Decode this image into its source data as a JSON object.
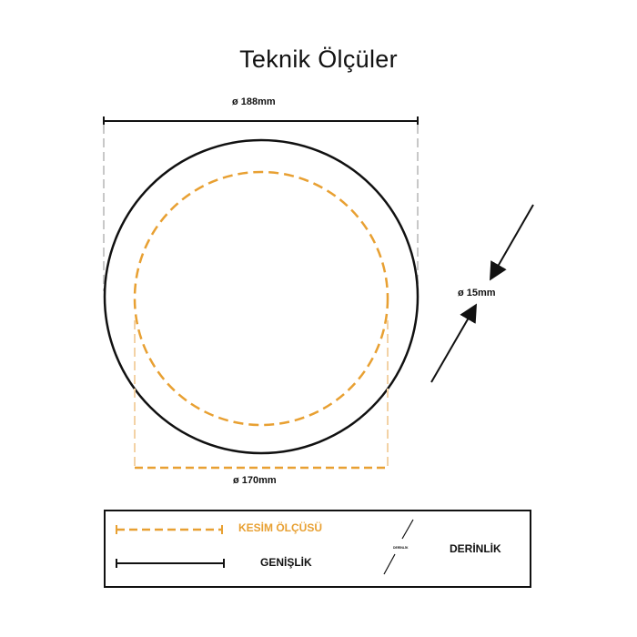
{
  "title": "Teknik Ölçüler",
  "dimensions": {
    "outer_diameter": "ø 188mm",
    "cut_diameter": "ø 170mm",
    "depth": "ø 15mm"
  },
  "legend": {
    "cut_label": "KESİM ÖLÇÜSÜ",
    "width_label": "GENİŞLİK",
    "depth_label": "DERİNLİK",
    "depth_marker_text": "DERİNLİK"
  },
  "colors": {
    "outline": "#111111",
    "cut": "#e8a032",
    "cut_light": "#f3d2a5",
    "guide": "#c8c8c8"
  }
}
